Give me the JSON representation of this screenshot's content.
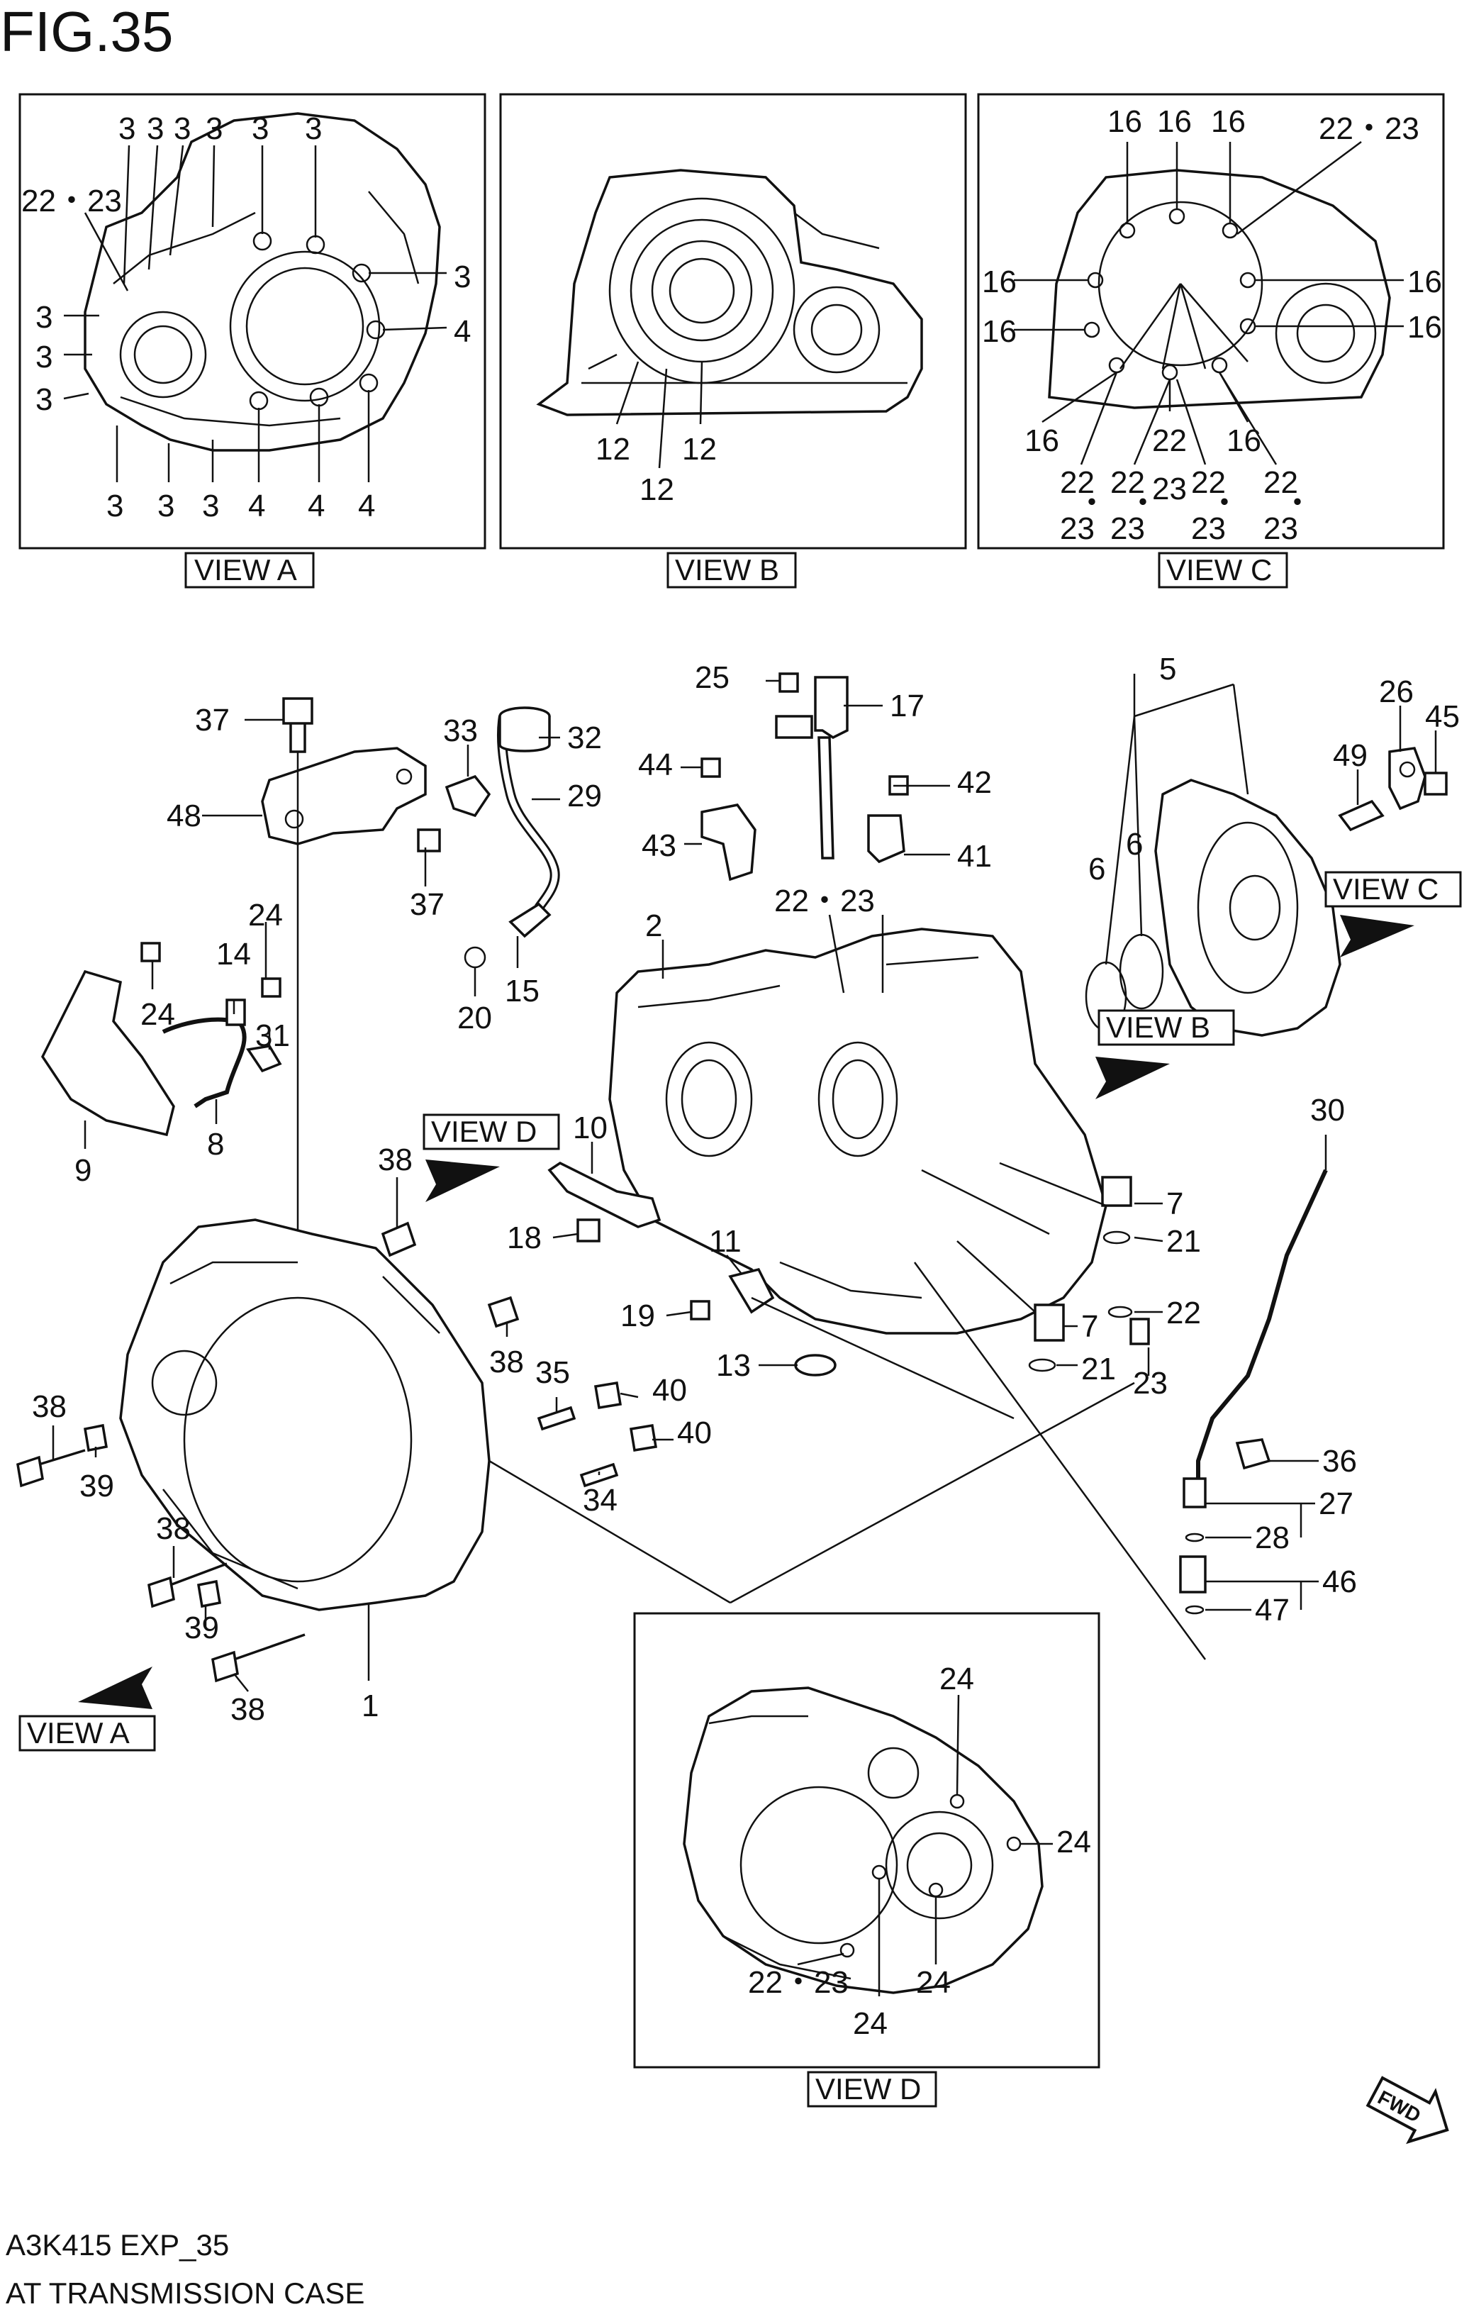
{
  "figure": {
    "title": "FIG.35",
    "code": "A3K415 EXP_35",
    "caption": "AT TRANSMISSION CASE",
    "fwd": "FWD"
  },
  "views": {
    "a": "VIEW A",
    "b": "VIEW B",
    "c": "VIEW C",
    "d": "VIEW D"
  },
  "callouts": {
    "n1": "1",
    "n2": "2",
    "n3": "3",
    "n4": "4",
    "n5": "5",
    "n6": "6",
    "n7": "7",
    "n8": "8",
    "n9": "9",
    "n10": "10",
    "n11": "11",
    "n12": "12",
    "n13": "13",
    "n14": "14",
    "n15": "15",
    "n16": "16",
    "n17": "17",
    "n18": "18",
    "n19": "19",
    "n20": "20",
    "n21": "21",
    "n22": "22",
    "n23": "23",
    "n24": "24",
    "n25": "25",
    "n26": "26",
    "n27": "27",
    "n28": "28",
    "n29": "29",
    "n30": "30",
    "n31": "31",
    "n32": "32",
    "n33": "33",
    "n34": "34",
    "n35": "35",
    "n36": "36",
    "n37": "37",
    "n38": "38",
    "n39": "39",
    "n40": "40",
    "n41": "41",
    "n42": "42",
    "n43": "43",
    "n44": "44",
    "n45": "45",
    "n46": "46",
    "n47": "47",
    "n48": "48",
    "n49": "49",
    "n22_23": "22・23",
    "dot": "・"
  }
}
